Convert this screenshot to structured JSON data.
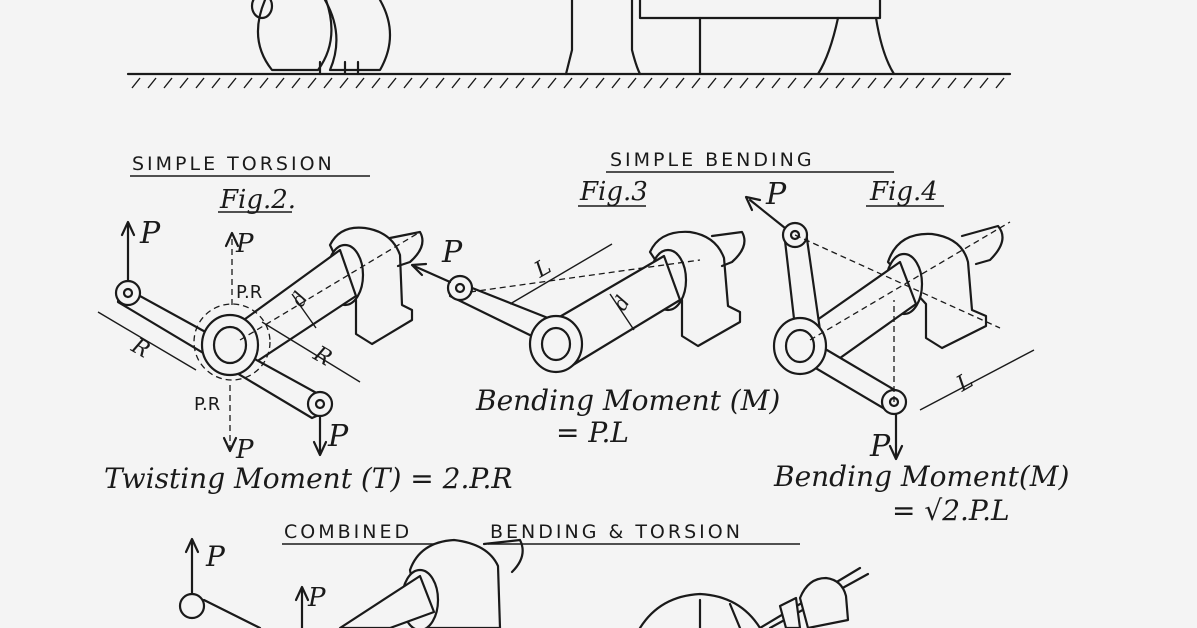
{
  "headings": {
    "simple_torsion": "SIMPLE TORSION",
    "simple_bending": "SIMPLE BENDING",
    "combined": "COMBINED",
    "bending_torsion": "BENDING & TORSION"
  },
  "figures": {
    "fig2": "Fig.2.",
    "fig3": "Fig.3",
    "fig4": "Fig.4"
  },
  "formulas": {
    "twisting_moment": "Twisting Moment (T) = 2.P.R",
    "bending_moment_3_line1": "Bending Moment (M)",
    "bending_moment_3_line2": "= P.L",
    "bending_moment_4_line1": "Bending Moment(M)",
    "bending_moment_4_line2": "= √2.P.L"
  },
  "labels": {
    "p": "P",
    "pr": "P.R",
    "r": "R",
    "d": "d",
    "l": "L"
  }
}
